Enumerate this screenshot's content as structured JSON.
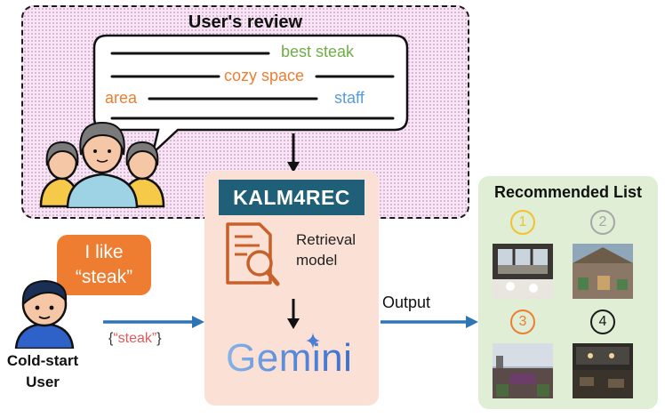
{
  "reviews": {
    "title": "User's review",
    "keywords": {
      "best_steak": "best steak",
      "cozy_space": "cozy space",
      "area": "area",
      "staff": "staff"
    }
  },
  "model": {
    "name": "KALM4REC",
    "retrieval_line1": "Retrieval",
    "retrieval_line2": "model",
    "llm": "Gemini"
  },
  "output_label": "Output",
  "user": {
    "speech_line1": "I like",
    "speech_line2": "“steak”",
    "label_line1": "Cold-start",
    "label_line2": "User",
    "query": "“steak”"
  },
  "recommended": {
    "title": "Recommended List",
    "ranks": [
      "1",
      "2",
      "3",
      "4"
    ]
  },
  "colors": {
    "best_steak": "#70ad47",
    "cozy_space": "#ed7d31",
    "area": "#ed7d31",
    "staff": "#5b9bd5",
    "rank1": "#f2c12e",
    "rank2": "#a6a6a6",
    "rank3": "#ed7d31",
    "rank4": "#1a1a1a",
    "arrow": "#2e75b6",
    "kalm_header": "#1f5f78"
  }
}
